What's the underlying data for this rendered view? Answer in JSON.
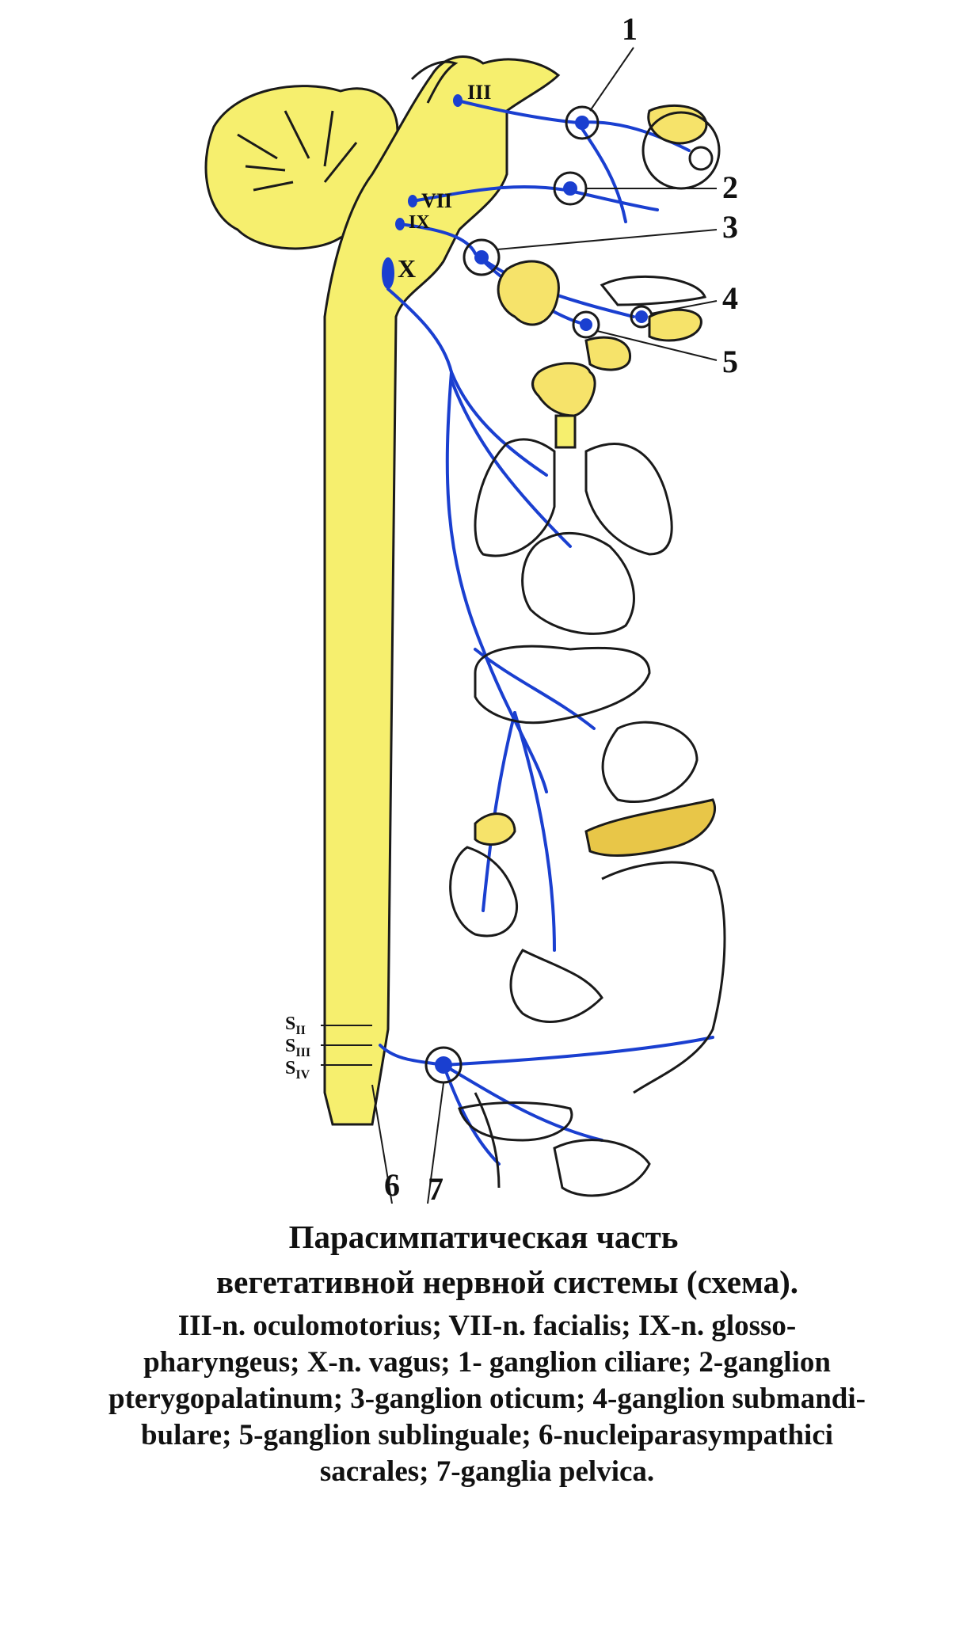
{
  "labels": {
    "nerve_III": "III",
    "nerve_VII": "VII",
    "nerve_IX": "IX",
    "nerve_X": "X",
    "n1": "1",
    "n2": "2",
    "n3": "3",
    "n4": "4",
    "n5": "5",
    "n6": "6",
    "n7": "7",
    "s2_main": "S",
    "s2_sub": "II",
    "s3_main": "S",
    "s3_sub": "III",
    "s4_main": "S",
    "s4_sub": "IV"
  },
  "caption": {
    "title": "Парасимпатическая часть",
    "subtitle": "вегетативной нервной системы (схема).",
    "legend_lines": [
      "III-n. oculomotorius; VII-n. facialis; IX-n. glosso-",
      "pharyngeus; X-n. vagus; 1- ganglion ciliare; 2-ganglion",
      "pterygopalatinum; 3-ganglion oticum; 4-ganglion submandi-",
      "bulare; 5-ganglion sublinguale; 6-nucleiparasympathici",
      "sacrales; 7-ganglia pelvica."
    ]
  },
  "colors": {
    "cns": "#f6ef6e",
    "nerve": "#1a3fd0",
    "outline": "#1a1a1a",
    "gland": "#f6e36a"
  }
}
